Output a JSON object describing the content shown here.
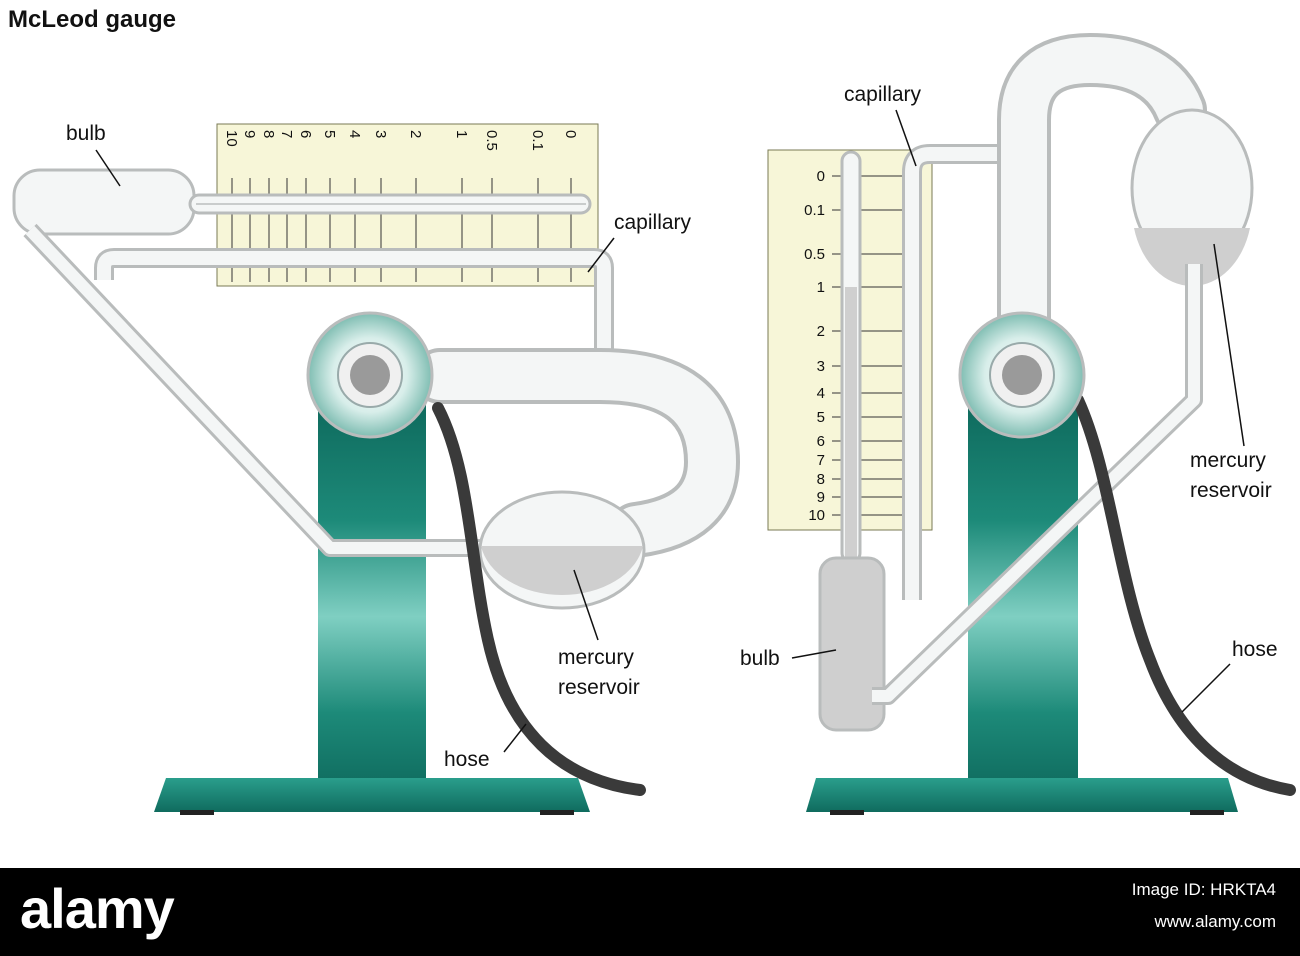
{
  "title": "McLeod gauge",
  "left_figure": {
    "labels": {
      "bulb": "bulb",
      "capillary": "capillary",
      "mercury": "mercury",
      "reservoir": "reservoir",
      "hose": "hose"
    },
    "scale": [
      "10",
      "9",
      "8",
      "7",
      "6",
      "5",
      "4",
      "3",
      "2",
      "1",
      "0.5",
      "0.1",
      "0"
    ]
  },
  "right_figure": {
    "labels": {
      "capillary": "capillary",
      "mercury": "mercury",
      "reservoir": "reservoir",
      "bulb": "bulb",
      "hose": "hose"
    },
    "scale": [
      "0",
      "0.1",
      "0.5",
      "1",
      "2",
      "3",
      "4",
      "5",
      "6",
      "7",
      "8",
      "9",
      "10"
    ]
  },
  "footer": {
    "logo": "alamy",
    "image_id": "Image ID: HRKTA4",
    "site": "www.alamy.com"
  },
  "colors": {
    "stand_dark": "#0f6b5e",
    "stand_light": "#7fcfc2",
    "glass": "#f4f6f6",
    "mercury": "#cfcfcf",
    "scale_bg": "#f7f6d8",
    "hose": "#3a3a3a"
  }
}
